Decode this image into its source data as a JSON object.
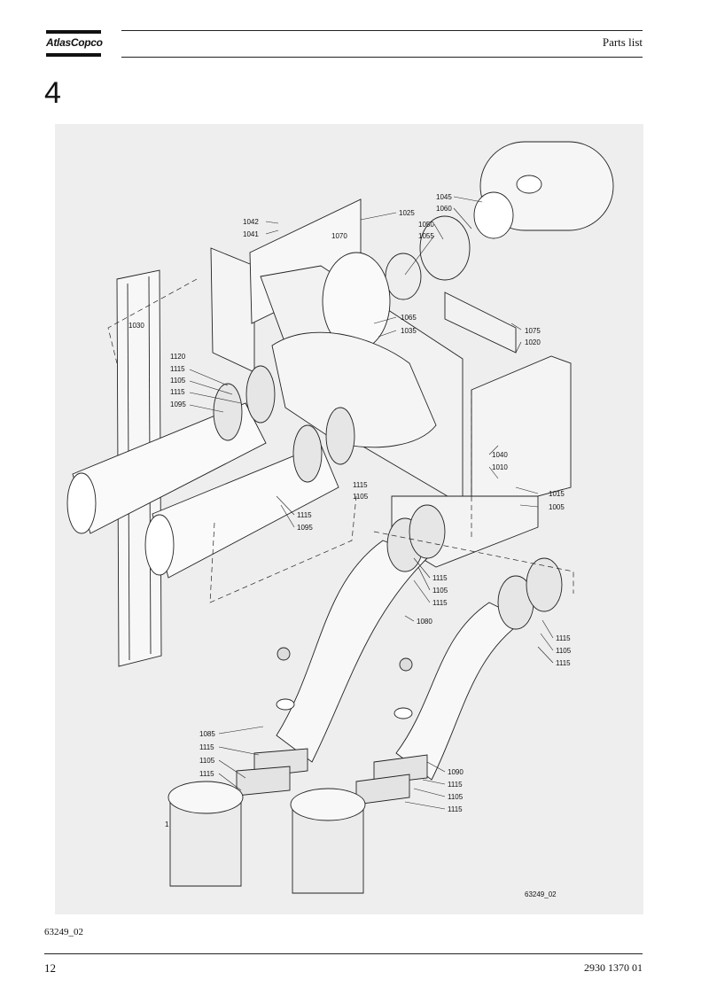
{
  "header": {
    "brand": "AtlasCopco",
    "title": "Parts list"
  },
  "section_number": "4",
  "drawing": {
    "image_code": "63249_02",
    "callouts": {
      "c1042": "1042",
      "c1041": "1041",
      "c1025": "1025",
      "c1070": "1070",
      "c1045": "1045",
      "c1060": "1060",
      "c1050": "1050",
      "c1055": "1055",
      "c1030": "1030",
      "c1065": "1065",
      "c1035": "1035",
      "c1075": "1075",
      "c1020": "1020",
      "c1120": "1120",
      "c1115a": "1115",
      "c1105a": "1105",
      "c1115b": "1115",
      "c1095a": "1095",
      "c1040": "1040",
      "c1010": "1010",
      "c1115c": "1115",
      "c1105b": "1105",
      "c1015": "1015",
      "c1005": "1005",
      "c1115d": "1115",
      "c1095b": "1095",
      "c1115e": "1115",
      "c1105c": "1105",
      "c1115f": "1115",
      "c1080": "1080",
      "c1115g": "1115",
      "c1105d": "1105",
      "c1115h": "1115",
      "c1085": "1085",
      "c1115i": "1115",
      "c1105e": "1105",
      "c1115j": "1115",
      "c1090": "1090",
      "c1115k": "1115",
      "c1105f": "1105",
      "c1115l": "1115",
      "c1": "1"
    }
  },
  "footer": {
    "figure_ref": "63249_02",
    "page_number": "12",
    "doc_number": "2930 1370 01"
  }
}
